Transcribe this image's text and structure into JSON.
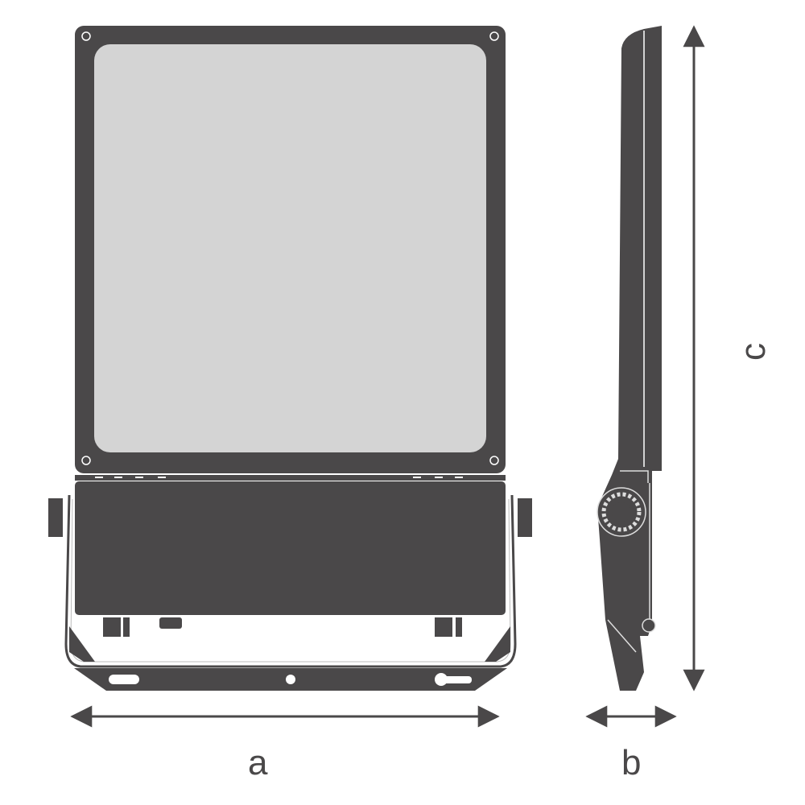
{
  "dimensions": {
    "width_label": "a",
    "depth_label": "b",
    "height_label": "c"
  },
  "colors": {
    "body": "#4a4849",
    "panel": "#d4d4d4",
    "background": "#ffffff"
  }
}
